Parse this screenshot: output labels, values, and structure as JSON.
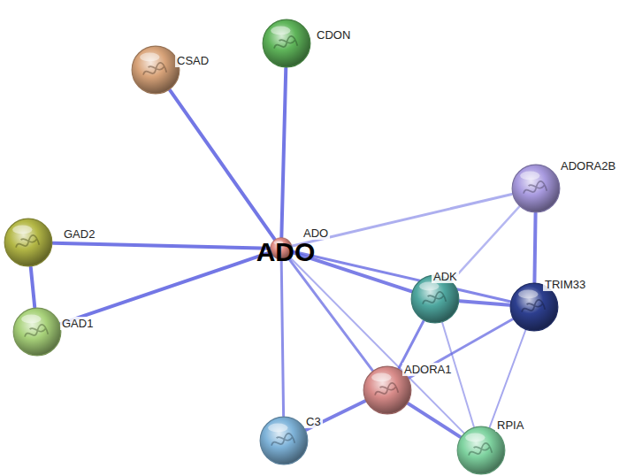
{
  "diagram": {
    "nodes": [
      {
        "text": [
          "CDON"
        ]
      },
      {
        "text": [
          "CSAD"
        ]
      },
      {
        "text": [
          "ADORA2B"
        ]
      },
      {
        "text": [
          "GAD2"
        ]
      },
      {
        "text": [
          "ADO",
          "ADO"
        ]
      },
      {
        "text": [
          "ADK"
        ]
      },
      {
        "text": [
          "TRIM33"
        ]
      },
      {
        "text": [
          "GAD1"
        ]
      },
      {
        "text": [
          "ADORA1"
        ]
      },
      {
        "text": [
          "C3"
        ]
      },
      {
        "text": [
          "RPIA"
        ]
      }
    ],
    "edges": [
      {
        "from": 4,
        "to": 0,
        "arrow": "none"
      },
      {
        "from": 4,
        "to": 1,
        "arrow": "none"
      },
      {
        "from": 4,
        "to": 3,
        "arrow": "none"
      },
      {
        "from": 4,
        "to": 7,
        "arrow": "none"
      },
      {
        "from": 3,
        "to": 7,
        "arrow": "none"
      },
      {
        "from": 4,
        "to": 2,
        "arrow": "none"
      },
      {
        "from": 4,
        "to": 5,
        "arrow": "none"
      },
      {
        "from": 4,
        "to": 6,
        "arrow": "none"
      },
      {
        "from": 4,
        "to": 8,
        "arrow": "none"
      },
      {
        "from": 4,
        "to": 10,
        "arrow": "none"
      },
      {
        "from": 4,
        "to": 9,
        "arrow": "none"
      },
      {
        "from": 2,
        "to": 5,
        "arrow": "none"
      },
      {
        "from": 2,
        "to": 6,
        "arrow": "none"
      },
      {
        "from": 5,
        "to": 6,
        "arrow": "none"
      },
      {
        "from": 5,
        "to": 8,
        "arrow": "none"
      },
      {
        "from": 5,
        "to": 10,
        "arrow": "none"
      },
      {
        "from": 6,
        "to": 8,
        "arrow": "none"
      },
      {
        "from": 6,
        "to": 10,
        "arrow": "none"
      },
      {
        "from": 8,
        "to": 9,
        "arrow": "none"
      },
      {
        "from": 8,
        "to": 10,
        "arrow": "none"
      }
    ]
  }
}
